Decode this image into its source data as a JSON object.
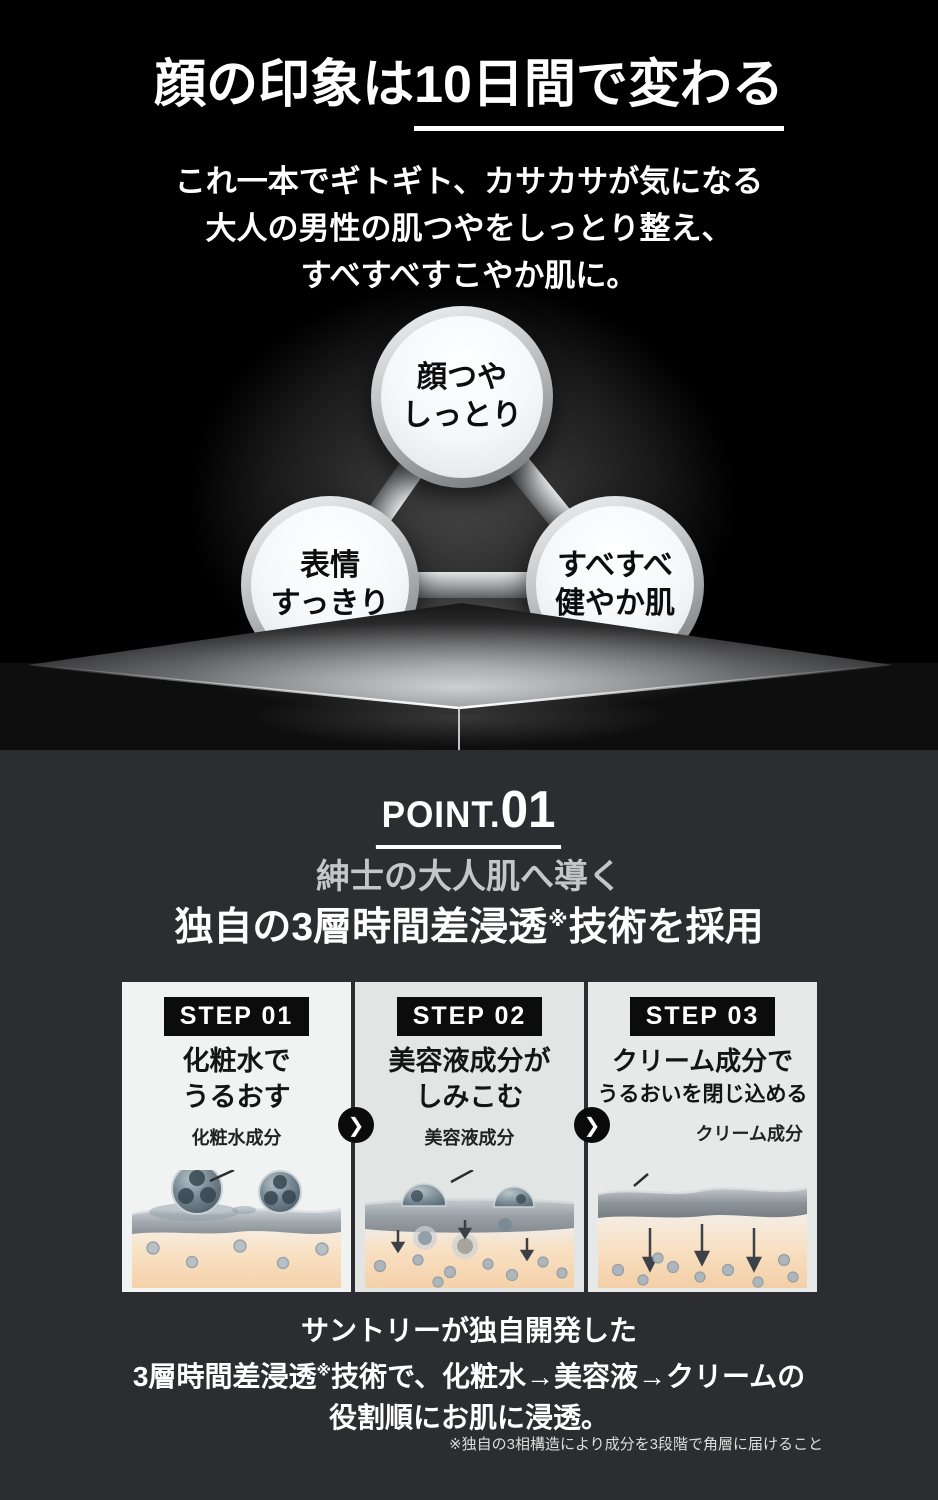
{
  "hero": {
    "title_plain": "顔の印象は",
    "title_underlined": "10日間で変わる",
    "subtitle_lines": [
      "これ一本でギトギト、カサカサが気になる",
      "大人の男性の肌つやをしっとり整え、",
      "すべすべすこやか肌に。"
    ],
    "circles": [
      {
        "line1": "顔つや",
        "line2": "しっとり"
      },
      {
        "line1": "表情",
        "line2": "すっきり"
      },
      {
        "line1": "すべすべ",
        "line2": "健やか肌"
      }
    ]
  },
  "point": {
    "label_small": "POINT.",
    "label_large": "01",
    "sub_heading": "紳士の大人肌へ導く",
    "main_heading_before": "独自の3層時間差浸透",
    "reference_mark": "※",
    "main_heading_after": "技術を採用"
  },
  "steps": [
    {
      "badge": "STEP 01",
      "title_line1": "化粧水で",
      "title_line2": "うるおす",
      "ingredient_label": "化粧水成分"
    },
    {
      "badge": "STEP 02",
      "title_line1": "美容液成分が",
      "title_line2": "しみこむ",
      "ingredient_label": "美容液成分"
    },
    {
      "badge": "STEP 03",
      "title_line1": "クリーム成分で",
      "title_line2": "うるおいを閉じ込める",
      "ingredient_label": "クリーム成分"
    }
  ],
  "icons": {
    "next_step_arrow": "❯"
  },
  "summary": {
    "line1": "サントリーが独自開発した",
    "line2_before": "3層時間差浸透",
    "line2_note": "※",
    "line2_after": "技術で、化粧水→美容液→クリームの",
    "line3": "役割順にお肌に浸透。"
  },
  "footnote": "※独自の3相構造により成分を3段階で角層に届けること",
  "colors": {
    "hero_background": "#000000",
    "section_background": "#2b2d30",
    "panel_background": "#e9ebeb",
    "badge_background": "#0c0c0c",
    "text_light": "#ffffff",
    "text_dark": "#141414",
    "sub_heading_gray": "#c4c6c8"
  }
}
